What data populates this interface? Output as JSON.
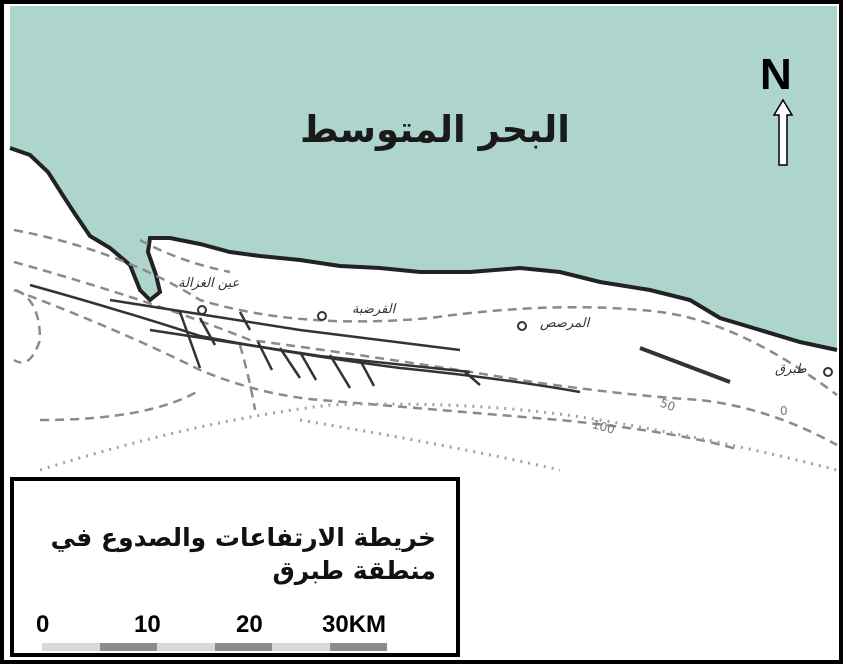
{
  "map": {
    "sea_label": "البحر المتوسط",
    "north_label": "N",
    "towns": [
      {
        "name": "عين الغزالة"
      },
      {
        "name": "القرضبة"
      },
      {
        "name": "المرصص"
      },
      {
        "name": "طبرق"
      }
    ],
    "contour_labels": [
      "50",
      "100",
      "0"
    ],
    "colors": {
      "sea": "#aed5cd",
      "coast": "#222222",
      "land": "#ffffff",
      "contour": "#8a8a8a",
      "fault": "#333333"
    }
  },
  "legend": {
    "title": "خريطة الارتفاعات والصدوع في منطقة طبرق",
    "scale_ticks": [
      "0",
      "10",
      "20",
      "30KM"
    ]
  }
}
